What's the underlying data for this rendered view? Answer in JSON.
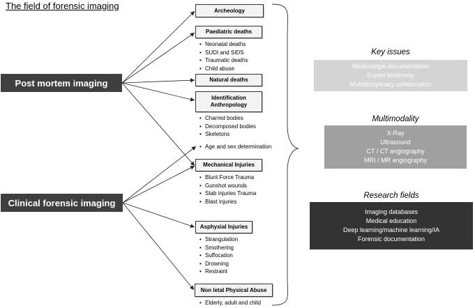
{
  "title": "The field of forensic imaging",
  "sources": [
    {
      "id": "post_mortem",
      "label": "Post mortem imaging"
    },
    {
      "id": "clinical",
      "label": "Clinical forensic imaging"
    }
  ],
  "categories": [
    {
      "id": "archeology",
      "label": "Archeology",
      "items": []
    },
    {
      "id": "paediatric",
      "label": "Paediatric deaths",
      "items": [
        "Neonatal deaths",
        "SUDI and SIDS",
        "Traumatic deaths",
        "Child abuse"
      ]
    },
    {
      "id": "natural",
      "label": "Natural deaths",
      "items": []
    },
    {
      "id": "identification",
      "label": "Identification Anthropology",
      "items": [
        "Charred bodies",
        "Decomposed bodies",
        "Skeletons",
        "Age and sex determination"
      ]
    },
    {
      "id": "mechanical",
      "label": "Mechanical Injuries",
      "items": [
        "Blunt Force Trauma",
        "Gunshot wounds",
        "Stab injuries Trauma",
        "Blast injuries"
      ]
    },
    {
      "id": "asphyxial",
      "label": "Asphyxial Injuries",
      "items": [
        "Strangulation",
        "Smothering",
        "Suffocation",
        "Drowning",
        "Restraint"
      ]
    },
    {
      "id": "nonletal",
      "label": "Non letal Physical Abuse",
      "items": [
        "Elderly, adult and child"
      ]
    }
  ],
  "connections": [
    {
      "from": "post_mortem",
      "to": "archeology"
    },
    {
      "from": "post_mortem",
      "to": "paediatric"
    },
    {
      "from": "post_mortem",
      "to": "natural"
    },
    {
      "from": "post_mortem",
      "to": "identification"
    },
    {
      "from": "post_mortem",
      "to": "mechanical"
    },
    {
      "from": "clinical",
      "to": "age_sex_item"
    },
    {
      "from": "clinical",
      "to": "mechanical"
    },
    {
      "from": "clinical",
      "to": "asphyxial"
    },
    {
      "from": "clinical",
      "to": "nonletal"
    }
  ],
  "panels": [
    {
      "id": "key_issues",
      "title": "Key issues",
      "items": [
        "Medicolegal documentation",
        "Expert testimony",
        "Multidisciplinary collaboration"
      ]
    },
    {
      "id": "multimodality",
      "title": "Multimodality",
      "items": [
        "X-Ray",
        "Ultrasound",
        "CT / CT angiography",
        "MRI / MR angiography"
      ]
    },
    {
      "id": "research",
      "title": "Research fields",
      "items": [
        "Imaging databases",
        "Medical education",
        "Deep learning/machine learning/IA",
        "Forensic documentation"
      ]
    }
  ],
  "colors": {
    "source_box": "#3f3f3f",
    "panel_light": "#d4d4d4",
    "panel_mid": "#a0a0a0",
    "panel_dark": "#333333",
    "category_fill": "#f3f3f3"
  }
}
